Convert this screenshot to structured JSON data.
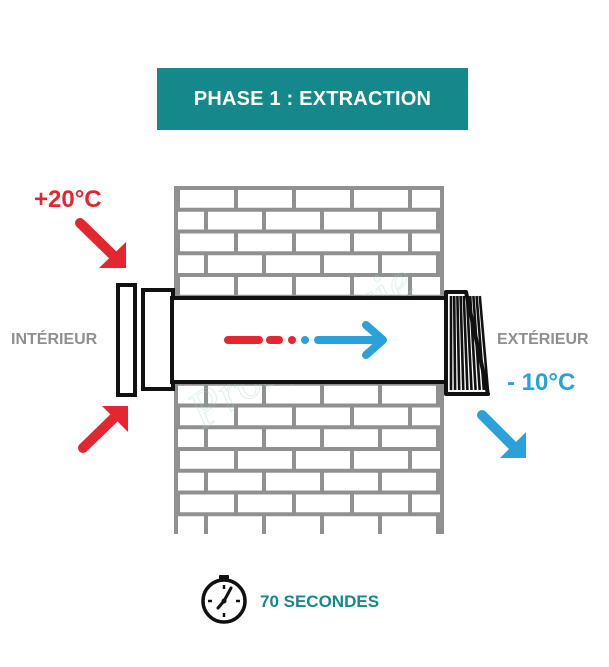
{
  "phase": {
    "title": "PHASE 1 : EXTRACTION"
  },
  "indoor": {
    "label": "INTÉRIEUR",
    "temperature": "+20°C"
  },
  "outdoor": {
    "label": "EXTÉRIEUR",
    "temperature": "- 10°C"
  },
  "timer": {
    "text": "70 SECONDES",
    "icon": "stopwatch-icon"
  },
  "watermark": "ProSynergie",
  "colors": {
    "banner": "#14888a",
    "warm": "#e3262f",
    "cold": "#2aa2d9",
    "wall": "#909090"
  }
}
